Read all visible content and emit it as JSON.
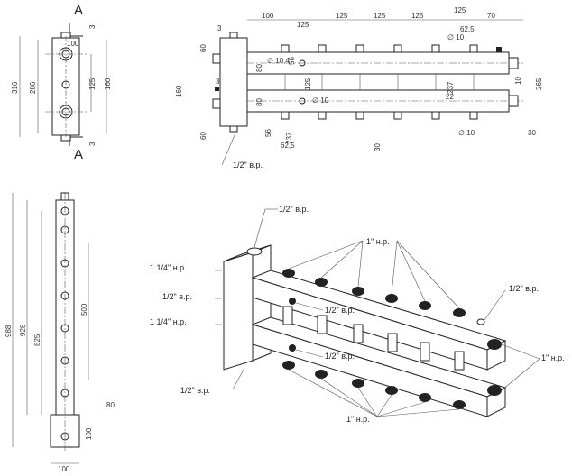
{
  "section_labels": {
    "top": "A",
    "bottom": "A"
  },
  "dims_side": [
    "316",
    "286",
    "100",
    "125",
    "160",
    "3",
    "3"
  ],
  "dims_top": [
    "100",
    "125",
    "125",
    "125",
    "125",
    "70",
    "62,5",
    "60",
    "80",
    "80",
    "60",
    "56",
    "125",
    "30",
    "237",
    "265",
    "56",
    "62,5",
    "237",
    "30",
    "22",
    "30",
    "10",
    "160",
    "3",
    "3"
  ],
  "circle_dims": [
    "∅ 10,4",
    "∅ 10",
    "∅ 10",
    "∅ 10"
  ],
  "top_label_bottom": "1/2\" в.р.",
  "dims_front": [
    "988",
    "928",
    "825",
    "500",
    "80",
    "100",
    "100"
  ],
  "iso_labels": {
    "top_inlet": "1/2\" в.р.",
    "left_top": "1 1/4\" н.р.",
    "left_mid": "1/2\" в.р.",
    "left_low": "1 1/4\" н.р.",
    "left_bottom": "1/2\" в.р.",
    "upper_outlets": "1\" н.р.",
    "right_top": "1/2\" в.р.",
    "right_ends": "1\" н.р.",
    "mid_upper": "1/2\" в.р.",
    "mid_lower": "1/2\" в.р.",
    "lower_outlets": "1\" н.р."
  }
}
